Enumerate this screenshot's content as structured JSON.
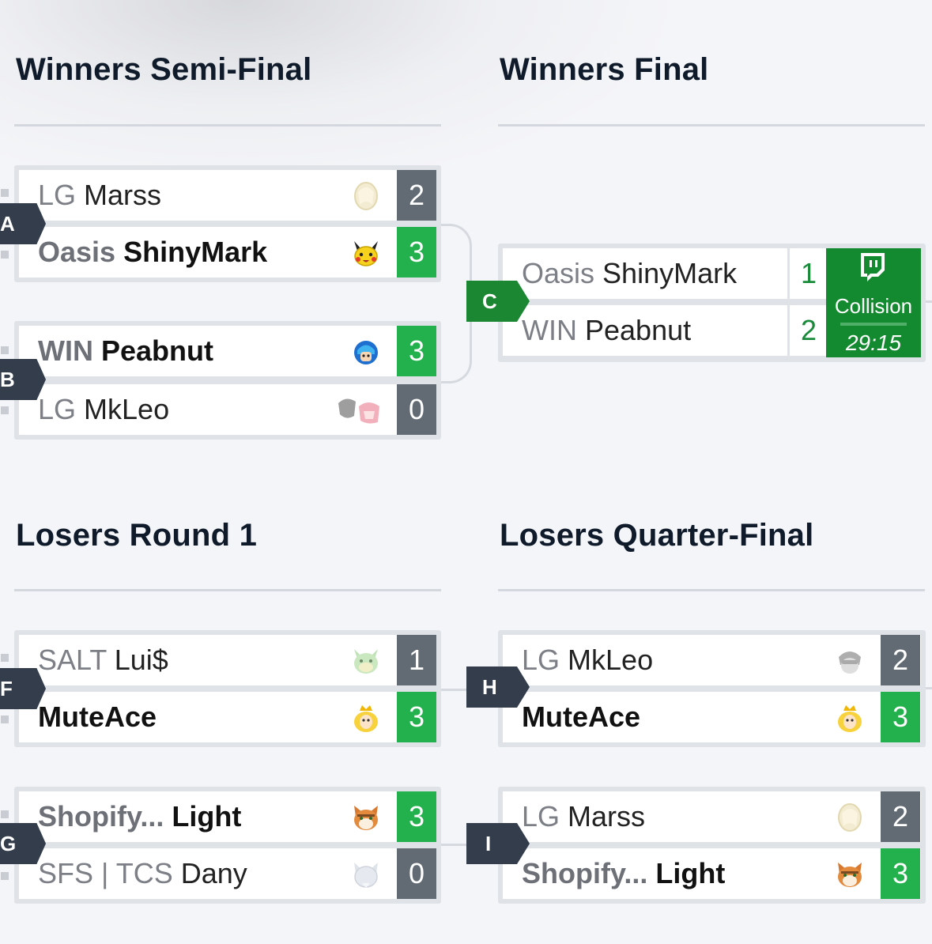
{
  "rounds": {
    "wsf": "Winners Semi-Final",
    "wf": "Winners Final",
    "lr1": "Losers Round 1",
    "lqf": "Losers Quarter-Final"
  },
  "colors": {
    "score_win": "#22b14c",
    "score_loss": "#626a73",
    "tag": "#333d4b",
    "tag_active": "#1c8733",
    "stream": "#138a30"
  },
  "matches": {
    "A": {
      "tag": "A",
      "p1": {
        "sponsor": "LG",
        "name": "Marss",
        "icon": "zelda-icon",
        "score": "2"
      },
      "p2": {
        "sponsor": "Oasis",
        "name": "ShinyMark",
        "icon": "pikachu-icon",
        "score": "3"
      }
    },
    "B": {
      "tag": "B",
      "p1": {
        "sponsor": "WIN",
        "name": "Peabnut",
        "icon": "mega-man-icon",
        "score": "3"
      },
      "p2": {
        "sponsor": "LG",
        "name": "MkLeo",
        "icon": "joker-pyra-icon",
        "score": "0"
      }
    },
    "C": {
      "tag": "C",
      "p1": {
        "sponsor": "Oasis",
        "name": "ShinyMark",
        "score": "1"
      },
      "p2": {
        "sponsor": "WIN",
        "name": "Peabnut",
        "score": "2"
      },
      "stream": {
        "icon": "twitch-icon",
        "channel": "Collision",
        "time": "29:15"
      }
    },
    "F": {
      "tag": "F",
      "p1": {
        "sponsor": "SALT",
        "name": "Lui$",
        "icon": "bowser-jr-icon",
        "score": "1"
      },
      "p2": {
        "sponsor": "",
        "name": "MuteAce",
        "icon": "peach-icon",
        "score": "3"
      }
    },
    "G": {
      "tag": "G",
      "p1": {
        "sponsor": "Shopify...",
        "name": "Light",
        "icon": "fox-icon",
        "score": "3"
      },
      "p2": {
        "sponsor": "SFS | TCS",
        "name": "Dany",
        "icon": "wolf-icon",
        "score": "0"
      }
    },
    "H": {
      "tag": "H",
      "p1": {
        "sponsor": "LG",
        "name": "MkLeo",
        "icon": "joker-icon",
        "score": "2"
      },
      "p2": {
        "sponsor": "",
        "name": "MuteAce",
        "icon": "peach-icon",
        "score": "3"
      }
    },
    "I": {
      "tag": "I",
      "p1": {
        "sponsor": "LG",
        "name": "Marss",
        "icon": "zelda-icon",
        "score": "2"
      },
      "p2": {
        "sponsor": "Shopify...",
        "name": "Light",
        "icon": "fox-icon",
        "score": "3"
      }
    }
  }
}
